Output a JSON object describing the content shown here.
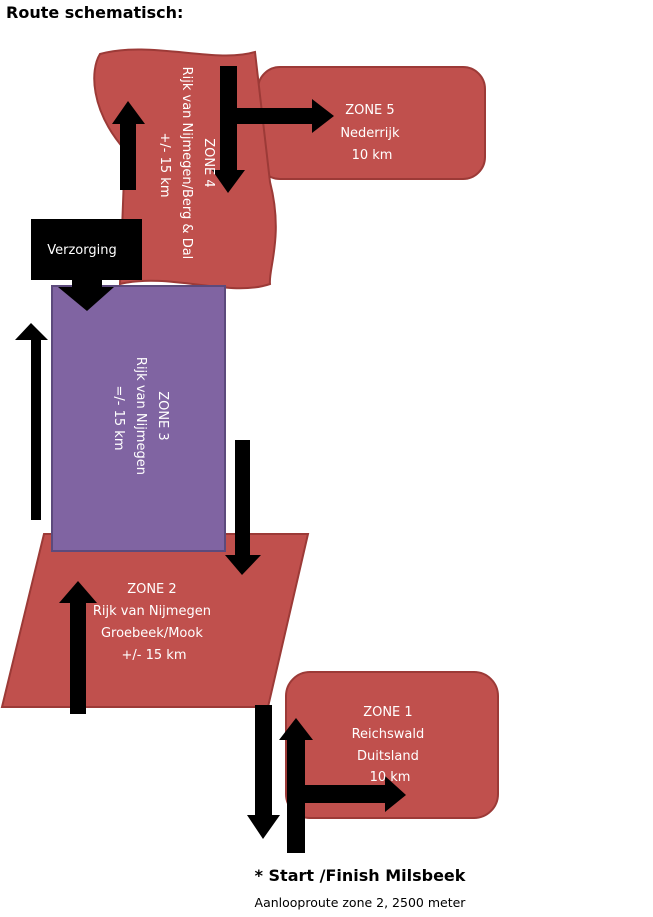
{
  "title": "Route schematisch:",
  "zones": {
    "zone1": {
      "lines": [
        "ZONE 1",
        "Reichswald",
        "Duitsland",
        "10 km"
      ]
    },
    "zone2": {
      "lines": [
        "ZONE 2",
        "Rijk van Nijmegen",
        "Groebeek/Mook",
        "+/- 15 km"
      ]
    },
    "zone3": {
      "lines": [
        "ZONE 3",
        "Rijk van Nijmegen",
        "=/- 15 km"
      ]
    },
    "zone4": {
      "lines": [
        "ZONE 4",
        "Rijk van Nijmegen/Berg & Dal",
        "+/- 15 km"
      ]
    },
    "zone5": {
      "lines": [
        "ZONE 5",
        "Nederrijk",
        "10 km"
      ]
    }
  },
  "verzorging": "Verzorging",
  "start_finish": "* Start /Finish Milsbeek",
  "aanlooproute": "Aanlooproute zone 2, 2500 meter",
  "colors": {
    "red_zone": "#c0504d",
    "red_border": "#9c3a37",
    "purple_zone": "#8064a2",
    "purple_border": "#5c4a7c",
    "arrow": "#000000"
  }
}
